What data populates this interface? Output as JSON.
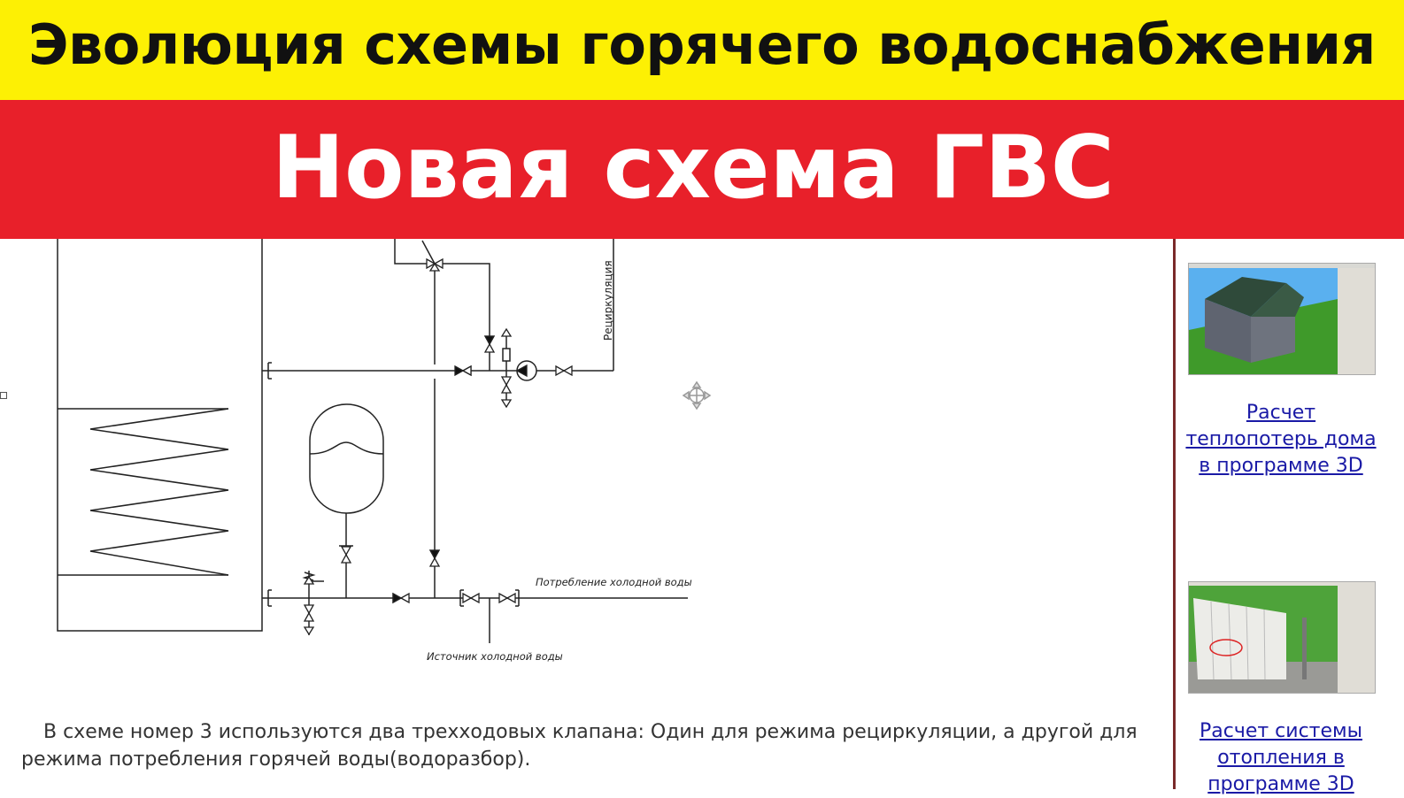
{
  "header": {
    "title": "Эволюция схемы горячего водоснабжения",
    "subtitle": "Новая схема ГВС"
  },
  "diagram": {
    "label_recirculation": "Рециркуляция",
    "label_cold_consumption": "Потребление холодной воды",
    "label_cold_source": "Источник холодной воды"
  },
  "article": {
    "paragraph": "В схеме номер 3 используются два трехходовых клапана: Один для режима рециркуляции, а другой для режима потребления горячей воды(водоразбор)."
  },
  "sidebar": {
    "items": [
      {
        "label": "Расчет теплопотерь дома в программе 3D",
        "icon": "house-3d-thumbnail"
      },
      {
        "label": "Расчет системы отопления в программе 3D",
        "icon": "radiator-3d-thumbnail"
      }
    ]
  },
  "colors": {
    "yellow": "#fdf004",
    "red": "#e8202a",
    "link": "#1a1aa6"
  }
}
